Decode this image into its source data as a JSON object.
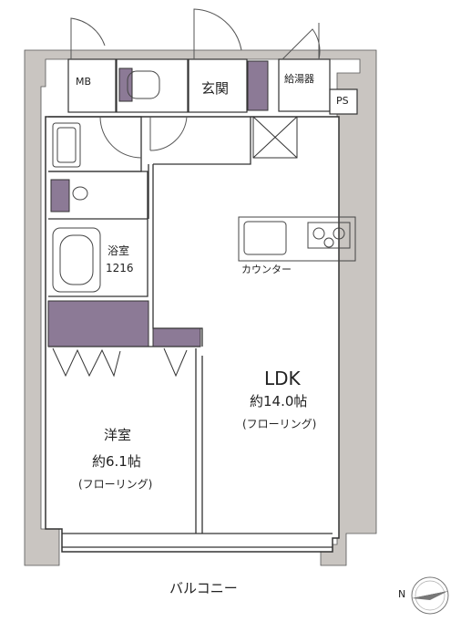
{
  "rooms": {
    "mb": "MB",
    "entrance": "玄関",
    "water_heater": "給湯器",
    "ps": "PS",
    "bath_name": "浴室",
    "bath_size": "1216",
    "counter": "カウンター",
    "ldk_name": "LDK",
    "ldk_size": "約14.0帖",
    "ldk_floor": "(フローリング)",
    "western_name": "洋室",
    "western_size": "約6.1帖",
    "western_floor": "(フローリング)",
    "balcony": "バルコニー"
  },
  "compass": {
    "north": "N"
  },
  "colors": {
    "wall": "#c9c5c1",
    "storage": "#8c7a96",
    "line": "#333333"
  }
}
